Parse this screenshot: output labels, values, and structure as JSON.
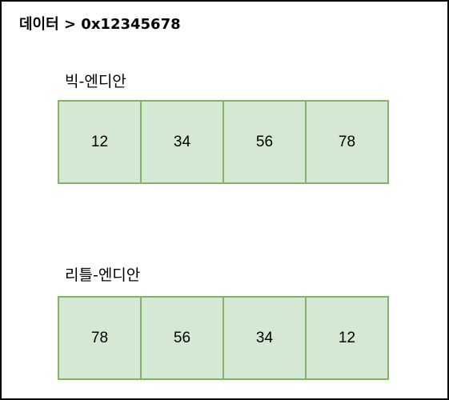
{
  "diagram": {
    "title": "데이터 > 0x12345678",
    "big_endian": {
      "label": "빅-엔디안",
      "bytes": [
        "12",
        "34",
        "56",
        "78"
      ]
    },
    "little_endian": {
      "label": "리틀-엔디안",
      "bytes": [
        "78",
        "56",
        "34",
        "12"
      ]
    },
    "colors": {
      "cell_fill": "#d5e8d4",
      "cell_border": "#82b366",
      "frame_border": "#000000"
    }
  }
}
